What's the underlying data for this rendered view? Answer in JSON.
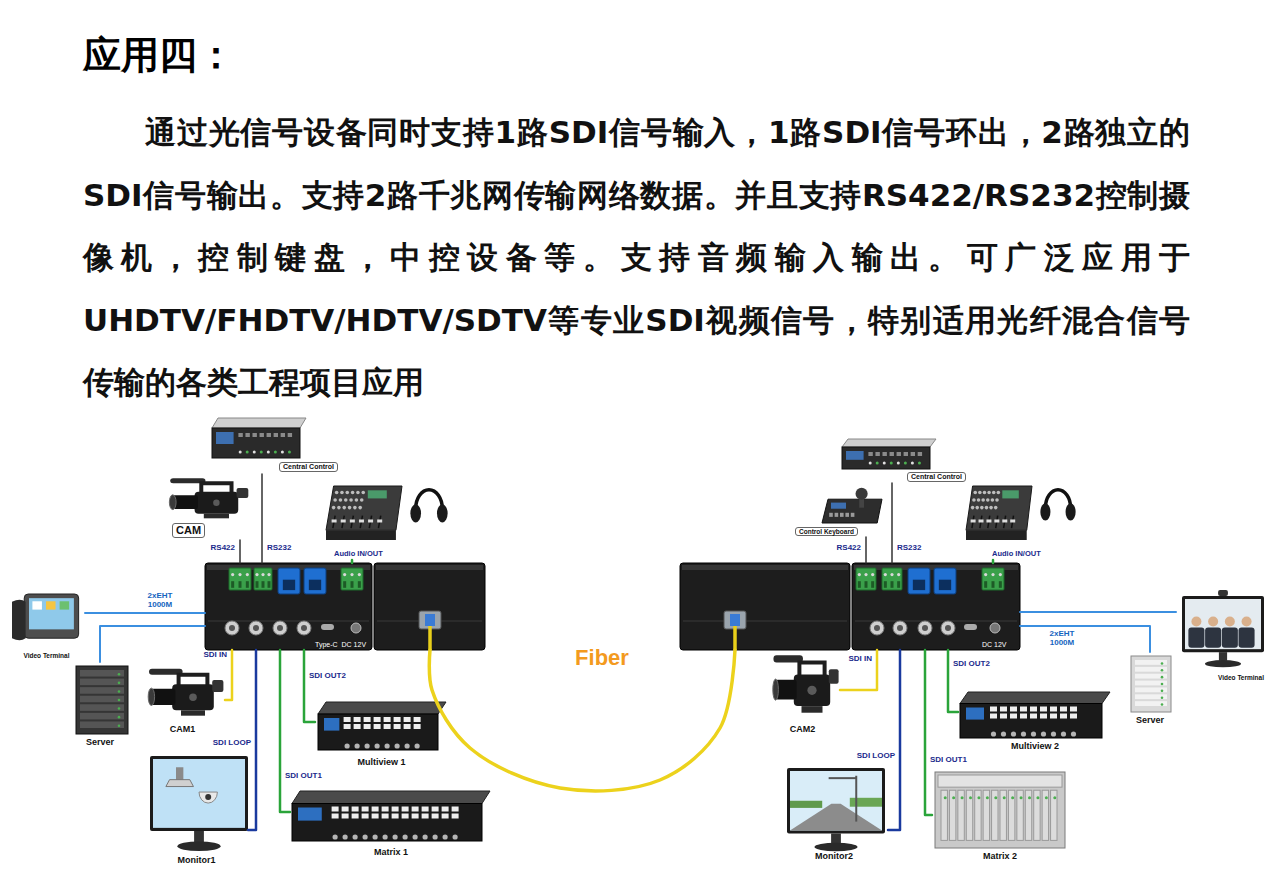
{
  "diagram": {
    "title": "应用四：",
    "caption": "通过光信号设备同时支持1路SDI信号输入，1路SDI信号环出，2路独立的SDI信号输出。支持2路千兆网传输网络数据。并且支持RS422/RS232控制摄像机，控制键盘，中控设备等。支持音频输入输出。可广泛应用于UHDTV/FHDTV/HDTV/SDTV等专业SDI视频信号，特别适用光纤混合信号传输的各类工程项目应用",
    "nodes": [
      {
        "text": [
          "Type-C",
          "DC 12V"
        ]
      },
      {
        "text": [
          "Central Control"
        ]
      },
      {
        "text": [
          "CAM"
        ]
      },
      {
        "text": [
          "Audio IN/OUT"
        ]
      },
      {
        "text": [
          "Video Terminal"
        ]
      },
      {
        "text": [
          "Server"
        ]
      },
      {
        "text": [
          "CAM1"
        ]
      },
      {
        "text": [
          "Monitor1"
        ]
      },
      {
        "text": [
          "Multiview 1"
        ]
      },
      {
        "text": [
          "Matrix 1"
        ]
      },
      {
        "text": [
          "DC 12V"
        ]
      },
      {
        "text": [
          "Central Control"
        ]
      },
      {
        "text": [
          "Control Keyboard"
        ]
      },
      {
        "text": [
          "Audio IN/OUT"
        ]
      },
      {
        "text": [
          "Video Terminal"
        ]
      },
      {
        "text": [
          "Server"
        ]
      },
      {
        "text": [
          "CAM2"
        ]
      },
      {
        "text": [
          "Monitor2"
        ]
      },
      {
        "text": [
          "Multiview 2"
        ]
      },
      {
        "text": [
          "Matrix 2"
        ]
      }
    ],
    "edges": [
      {
        "from": 2,
        "to": 0,
        "label": "RS422",
        "arrow": "none"
      },
      {
        "from": 1,
        "to": 0,
        "label": "RS232",
        "arrow": "none"
      },
      {
        "from": 3,
        "to": 0,
        "arrow": "none"
      },
      {
        "from": 4,
        "to": 0,
        "label": "2xEHT 1000M",
        "arrow": "none"
      },
      {
        "from": 5,
        "to": 0,
        "arrow": "none"
      },
      {
        "from": 6,
        "to": 0,
        "label": "SDI IN",
        "arrow": "none"
      },
      {
        "from": 0,
        "to": 7,
        "label": "SDI LOOP",
        "arrow": "none"
      },
      {
        "from": 0,
        "to": 8,
        "label": "SDI OUT2",
        "arrow": "none"
      },
      {
        "from": 0,
        "to": 9,
        "label": "SDI OUT1",
        "arrow": "none"
      },
      {
        "from": 0,
        "to": 10,
        "label": "Fiber",
        "arrow": "none"
      },
      {
        "from": 12,
        "to": 10,
        "label": "RS422",
        "arrow": "none"
      },
      {
        "from": 11,
        "to": 10,
        "label": "RS232",
        "arrow": "none"
      },
      {
        "from": 13,
        "to": 10,
        "arrow": "none"
      },
      {
        "from": 10,
        "to": 14,
        "label": "2xEHT 1000M",
        "arrow": "none"
      },
      {
        "from": 10,
        "to": 15,
        "arrow": "none"
      },
      {
        "from": 16,
        "to": 10,
        "label": "SDI IN",
        "arrow": "none"
      },
      {
        "from": 10,
        "to": 17,
        "label": "SDI LOOP",
        "arrow": "none"
      },
      {
        "from": 10,
        "to": 18,
        "label": "SDI OUT2",
        "arrow": "none"
      },
      {
        "from": 10,
        "to": 19,
        "label": "SDI OUT1",
        "arrow": "none"
      }
    ]
  }
}
